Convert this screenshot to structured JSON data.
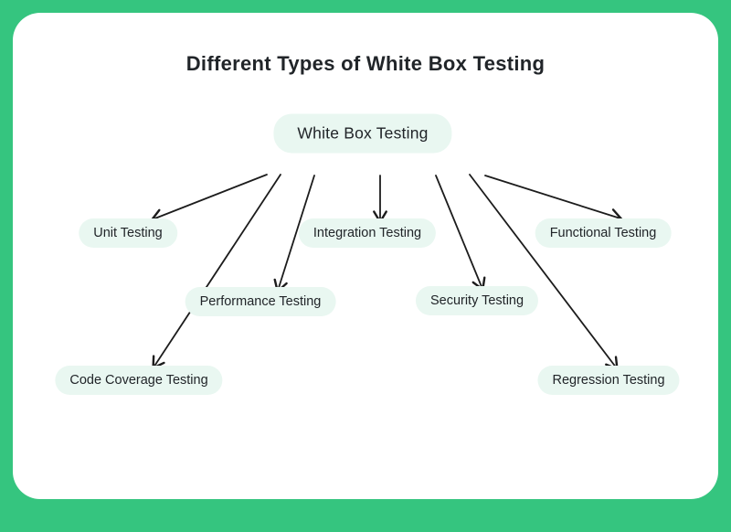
{
  "title": "Different Types of White Box Testing",
  "colors": {
    "frame": "#35c57f",
    "card": "#ffffff",
    "node_bg": "#e9f7f1",
    "arrow": "#1c1c1c",
    "text": "#212529"
  },
  "diagram": {
    "type": "tree",
    "root": {
      "id": "white-box-testing",
      "label": "White Box Testing"
    },
    "children": [
      {
        "id": "unit-testing",
        "label": "Unit Testing"
      },
      {
        "id": "integration-testing",
        "label": "Integration Testing"
      },
      {
        "id": "functional-testing",
        "label": "Functional Testing"
      },
      {
        "id": "performance-testing",
        "label": "Performance Testing"
      },
      {
        "id": "security-testing",
        "label": "Security Testing"
      },
      {
        "id": "code-coverage-testing",
        "label": "Code Coverage Testing"
      },
      {
        "id": "regression-testing",
        "label": "Regression Testing"
      }
    ],
    "edges": [
      {
        "from": "white-box-testing",
        "to": "unit-testing"
      },
      {
        "from": "white-box-testing",
        "to": "code-coverage-testing"
      },
      {
        "from": "white-box-testing",
        "to": "performance-testing"
      },
      {
        "from": "white-box-testing",
        "to": "integration-testing"
      },
      {
        "from": "white-box-testing",
        "to": "security-testing"
      },
      {
        "from": "white-box-testing",
        "to": "regression-testing"
      },
      {
        "from": "white-box-testing",
        "to": "functional-testing"
      }
    ]
  }
}
